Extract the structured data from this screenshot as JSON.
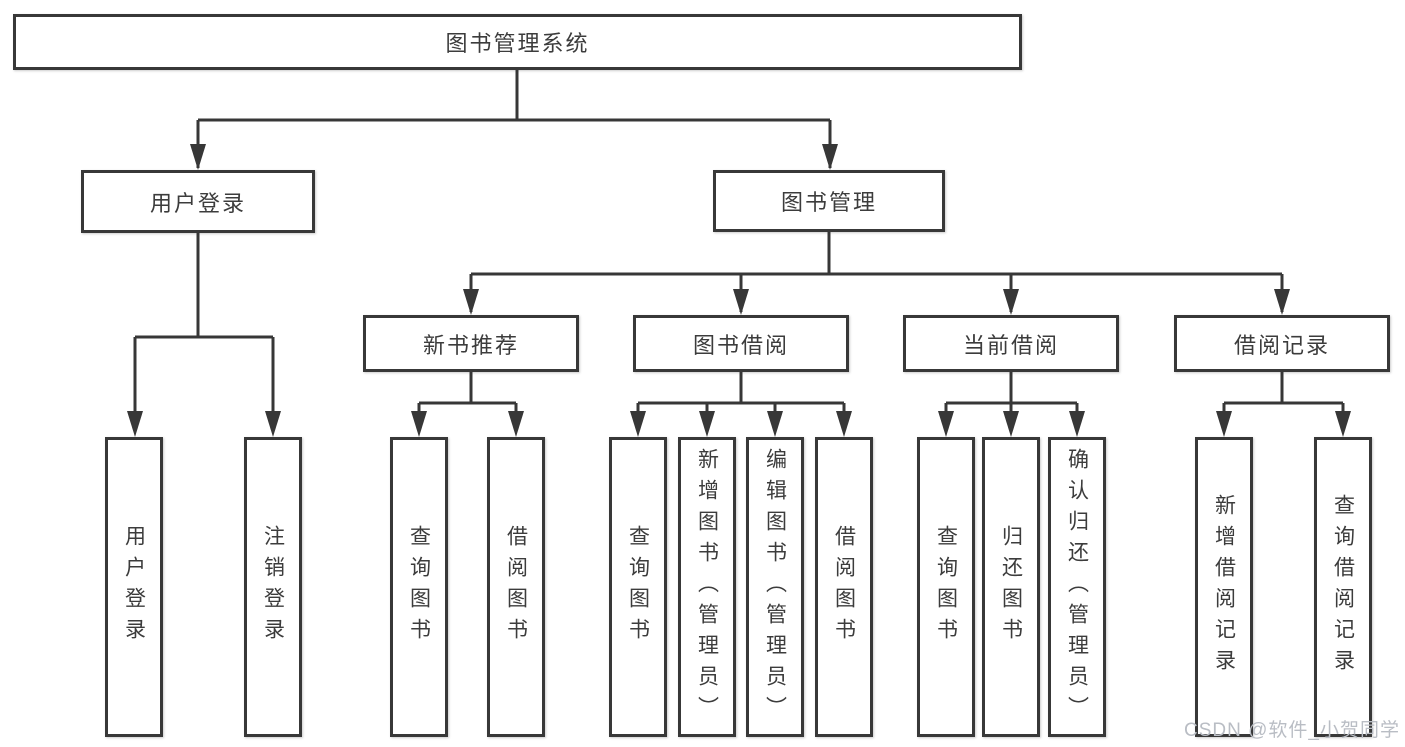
{
  "diagram": {
    "root": {
      "label": "图书管理系统"
    },
    "level2": [
      {
        "label": "用户登录"
      },
      {
        "label": "图书管理"
      }
    ],
    "level3": [
      {
        "label": "新书推荐"
      },
      {
        "label": "图书借阅"
      },
      {
        "label": "当前借阅"
      },
      {
        "label": "借阅记录"
      }
    ],
    "leaves": [
      "用户登录",
      "注销登录",
      "查询图书",
      "借阅图书",
      "查询图书",
      "新增图书（管理员）",
      "编辑图书（管理员）",
      "借阅图书",
      "查询图书",
      "归还图书",
      "确认归还（管理员）",
      "新增借阅记录",
      "查询借阅记录"
    ]
  },
  "watermark": "CSDN @软件_小贺同学",
  "colors": {
    "line": "#373737",
    "box_border": "#383838",
    "text": "#3c3c3c",
    "watermark": "#b9bdc4",
    "background": "#ffffff"
  }
}
